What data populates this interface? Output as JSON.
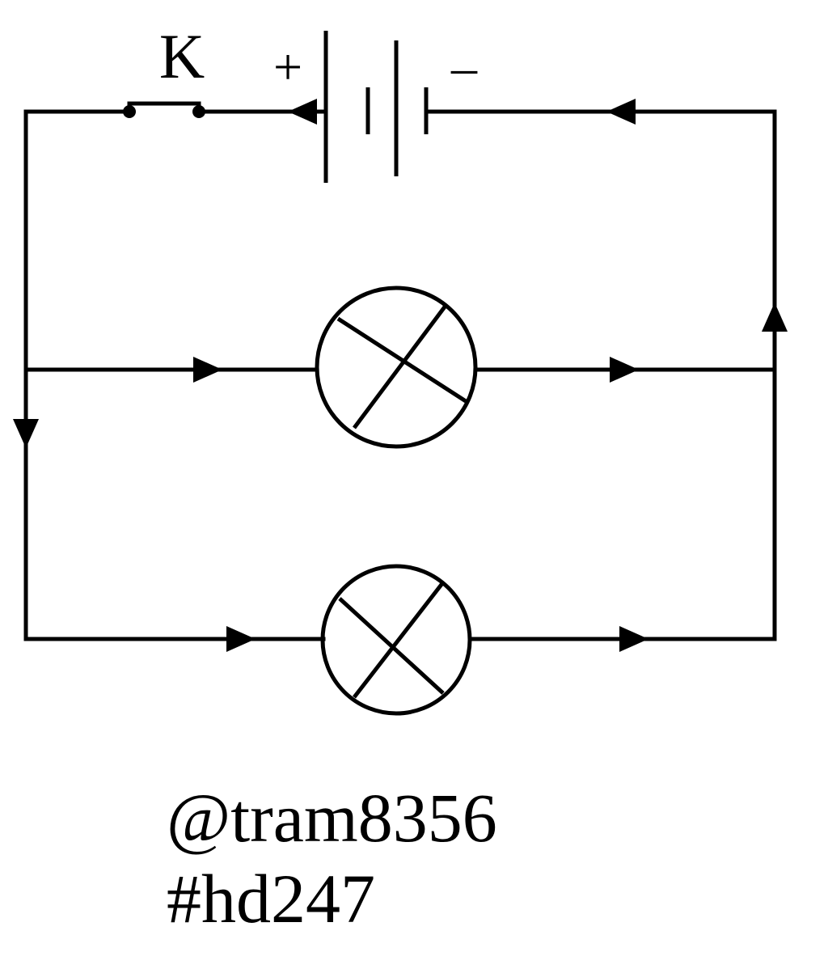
{
  "diagram": {
    "switch_label": "K",
    "battery_positive": "+",
    "battery_negative": "–",
    "components": {
      "switch": "switch-K",
      "battery": "battery",
      "lamp_top": "lamp-cross-icon",
      "lamp_bottom": "lamp-cross-icon"
    }
  },
  "credit": {
    "author": "@tram8356",
    "tag": "#hd247"
  },
  "colors": {
    "line": "#000000",
    "background": "#ffffff"
  }
}
